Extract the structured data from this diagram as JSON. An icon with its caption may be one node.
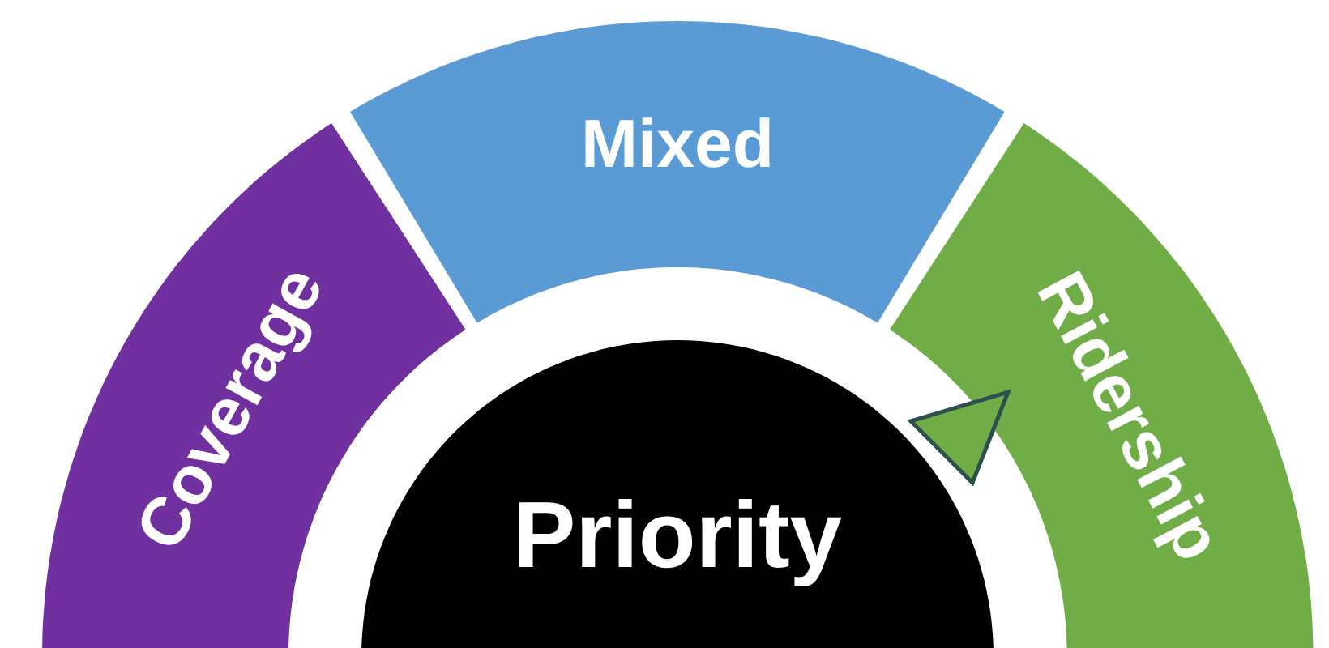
{
  "diagram": {
    "nodes": [
      {
        "text": [
          "Coverage"
        ]
      },
      {
        "text": [
          "Mixed"
        ]
      },
      {
        "text": [
          "Ridership"
        ]
      },
      {
        "text": [
          "Priority"
        ]
      }
    ]
  }
}
